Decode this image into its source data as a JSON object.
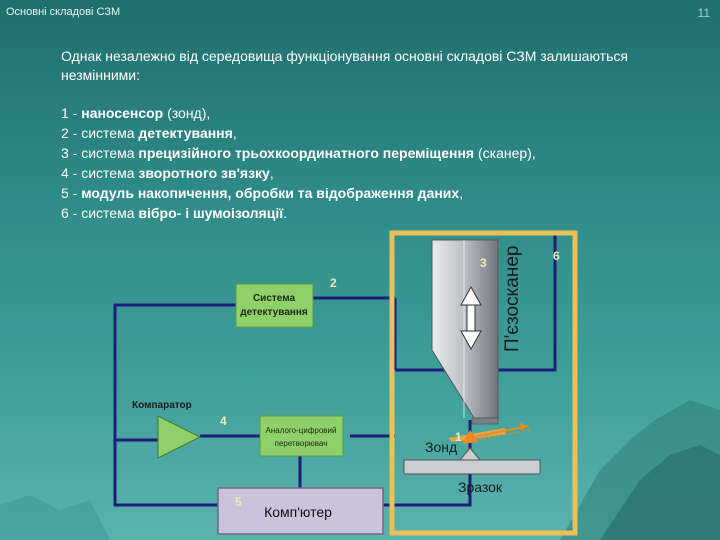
{
  "header": {
    "title": "Основні складові СЗМ",
    "slide_number": "11"
  },
  "intro": "Однак незалежно від середовища функціонування основні складові СЗМ залишаються незмінними:",
  "components": [
    {
      "prefix": "1 - ",
      "bold": "наносенсор",
      "rest": " (зонд),",
      "lead": ""
    },
    {
      "prefix": "2 - система ",
      "bold": "детектування",
      "rest": ",",
      "lead": ""
    },
    {
      "prefix": "3 - система ",
      "bold": "прецизійного трьохкоординатного переміщення",
      "rest": " (сканер),",
      "lead": ""
    },
    {
      "prefix": "4 - система ",
      "bold": "зворотного зв'язку",
      "rest": ",",
      "lead": ""
    },
    {
      "prefix": "5 - ",
      "bold": "модуль накопичення, обробки та відображення даних",
      "rest": ",",
      "lead": ""
    },
    {
      "prefix": "6 - система ",
      "bold": "вібро- і шумоізоляції",
      "rest": ".",
      "lead": ""
    }
  ],
  "diagram": {
    "detection_line1": "Система",
    "detection_line2": "детектування",
    "comparator": "Компаратор",
    "adc_line1": "Аналого-цифровий",
    "adc_line2": "перетворювач",
    "computer": "Комп'ютер",
    "scanner": "П'єзосканер",
    "probe": "Зонд",
    "sample": "Зразок",
    "n1": "1",
    "n2": "2",
    "n3": "3",
    "n4": "4",
    "n5": "5",
    "n6": "6"
  },
  "colors": {
    "wire": "#1e1e7a",
    "green_box": "#8fd06a",
    "yellow_frame": "#e8c15a",
    "computer_box": "#c9c3dc",
    "labels": "#f4e8b8"
  }
}
